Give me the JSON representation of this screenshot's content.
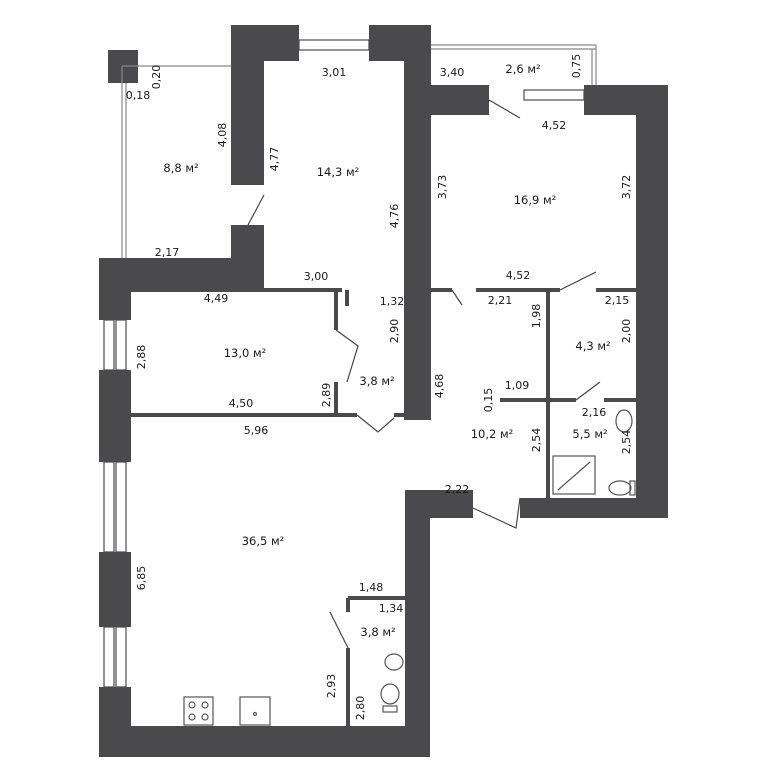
{
  "colors": {
    "wall": "#4a4a4d",
    "line": "#555555",
    "background": "#ffffff"
  },
  "rooms": [
    {
      "id": "room-loggia-left",
      "area": "8,8 м²"
    },
    {
      "id": "room-top-center",
      "area": "14,3 м²"
    },
    {
      "id": "room-loggia-top",
      "area": "2,6 м²"
    },
    {
      "id": "room-top-right",
      "area": "16,9 м²"
    },
    {
      "id": "room-left-middle",
      "area": "13,0 м²"
    },
    {
      "id": "room-closet",
      "area": "3,8 м²"
    },
    {
      "id": "room-pantry",
      "area": "4,3 м²"
    },
    {
      "id": "room-hall",
      "area": "10,2 м²"
    },
    {
      "id": "room-bath",
      "area": "5,5 м²"
    },
    {
      "id": "room-living",
      "area": "36,5 м²"
    },
    {
      "id": "room-toilet",
      "area": "3,8 м²"
    }
  ],
  "dims": [
    "0,20",
    "0,18",
    "4,08",
    "2,17",
    "3,01",
    "4,77",
    "4,76",
    "3,00",
    "3,40",
    "0,75",
    "4,52",
    "3,73",
    "3,72",
    "4,52",
    "4,49",
    "2,88",
    "4,50",
    "1,32",
    "2,90",
    "2,89",
    "2,21",
    "1,98",
    "2,15",
    "2,00",
    "4,68",
    "0,15",
    "1,09",
    "2,16",
    "2,54",
    "2,54",
    "5,96",
    "2,22",
    "6,85",
    "1,48",
    "1,34",
    "2,93",
    "2,80"
  ]
}
